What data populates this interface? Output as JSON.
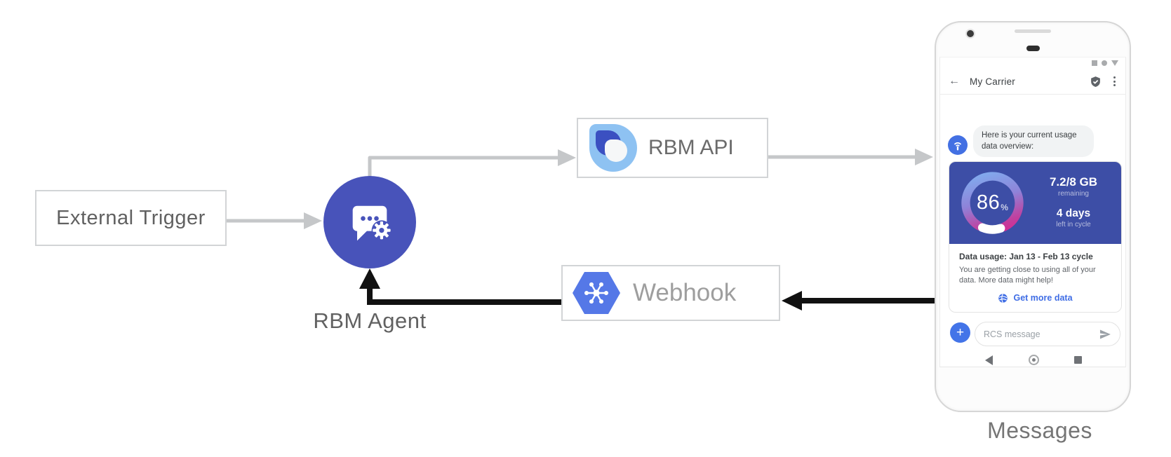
{
  "diagram": {
    "external_trigger": {
      "label": "External Trigger"
    },
    "rbm_agent": {
      "label": "RBM Agent"
    },
    "rbm_api": {
      "label": "RBM API"
    },
    "webhook": {
      "label": "Webhook"
    },
    "phone_caption": "Messages"
  },
  "phone": {
    "header": {
      "title": "My Carrier"
    },
    "message": {
      "line1": "Here is your current usage",
      "line2": "data overview:"
    },
    "card": {
      "gauge_percent": "86",
      "percent_sign": "%",
      "remaining_value": "7.2/8 GB",
      "remaining_label": "remaining",
      "days_value": "4 days",
      "days_label": "left in cycle",
      "usage_title": "Data usage: Jan 13 - Feb 13 cycle",
      "usage_body_line1": "You are getting close to using all of your data.",
      "usage_body_line2": "More data might help!",
      "action_label": "Get more data"
    },
    "composer": {
      "placeholder": "RCS message"
    }
  },
  "icons": {
    "back_arrow": "←",
    "plus": "+"
  },
  "colors": {
    "agent_indigo": "#4853ba",
    "card_indigo": "#3d4ea6",
    "webhook_blue": "#5578e7",
    "avatar_blue": "#4370e3",
    "action_blue": "#3f6de5",
    "plus_blue": "#4374e8",
    "gauge_blue": "#7eb3f2",
    "gauge_pink": "#e0218d",
    "connector_gray": "#c5c7c9",
    "connector_black": "#111111"
  }
}
